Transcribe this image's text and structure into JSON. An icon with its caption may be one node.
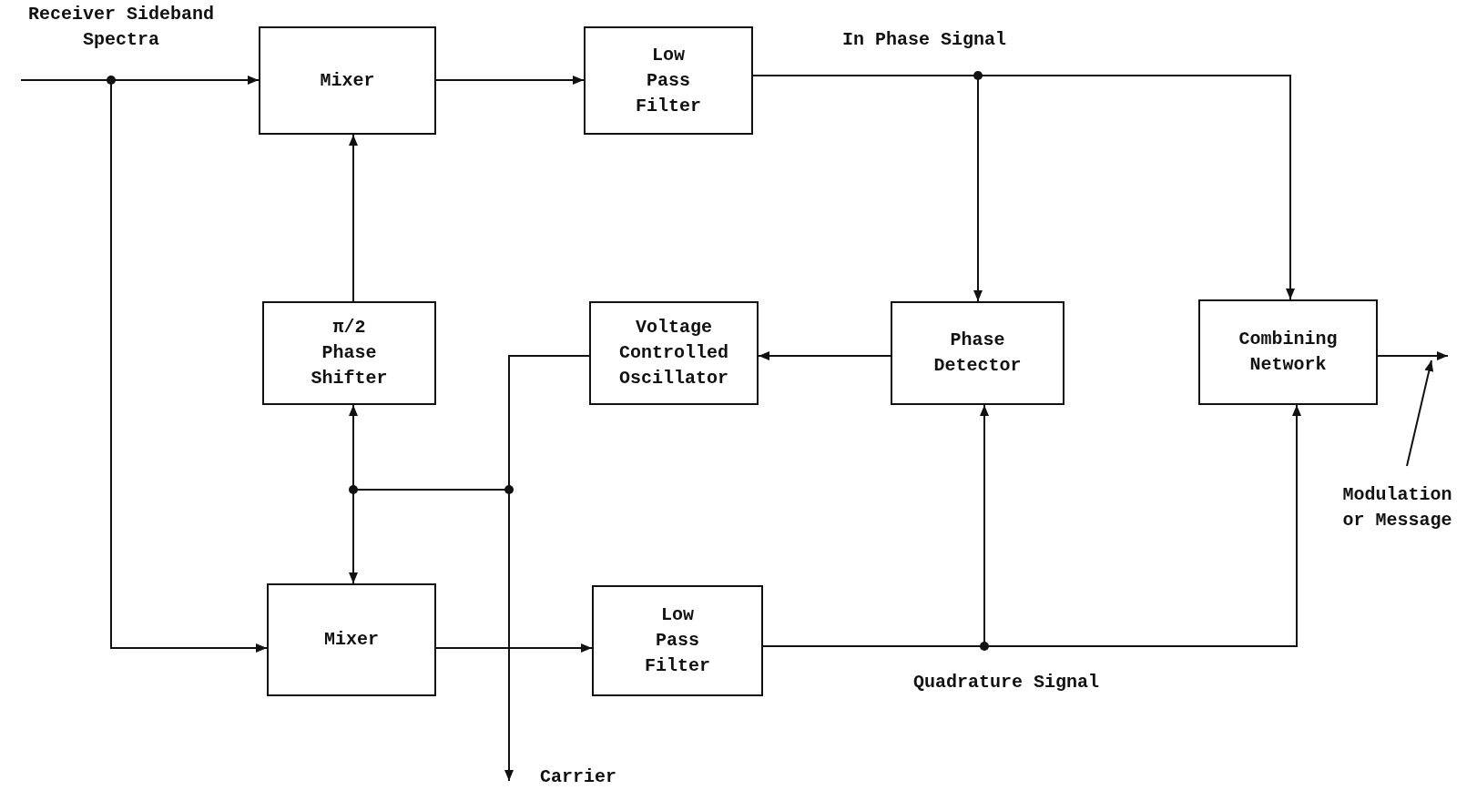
{
  "diagram": {
    "nodes": [
      {
        "text": [
          "Mixer"
        ]
      },
      {
        "text": [
          "Low Pass Filter"
        ]
      },
      {
        "text": [
          "π/2 Phase Shifter"
        ]
      },
      {
        "text": [
          "Voltage Controlled Oscillator"
        ]
      },
      {
        "text": [
          "Phase Detector"
        ]
      },
      {
        "text": [
          "Combining Network"
        ]
      },
      {
        "text": [
          "Mixer"
        ]
      },
      {
        "text": [
          "Low Pass Filter"
        ]
      },
      {
        "text": [
          "Modulation or Message"
        ]
      }
    ],
    "edges": [
      {
        "from": null,
        "to": 0,
        "arrow": "to"
      },
      {
        "from": null,
        "to": 6,
        "arrow": "to"
      },
      {
        "from": 0,
        "to": 1,
        "arrow": "to"
      },
      {
        "from": 1,
        "to": 4,
        "arrow": "to"
      },
      {
        "from": 1,
        "to": 5,
        "arrow": "to"
      },
      {
        "from": 2,
        "to": 0,
        "arrow": "to"
      },
      {
        "from": 4,
        "to": 3,
        "arrow": "to"
      },
      {
        "from": 3,
        "to": 2,
        "arrow": "to"
      },
      {
        "from": 3,
        "to": 6,
        "arrow": "to"
      },
      {
        "from": 3,
        "to": null,
        "arrow": "to"
      },
      {
        "from": 6,
        "to": 7,
        "arrow": "to"
      },
      {
        "from": 7,
        "to": 4,
        "arrow": "to"
      },
      {
        "from": 7,
        "to": 5,
        "arrow": "to"
      },
      {
        "from": 5,
        "to": null,
        "arrow": "to"
      },
      {
        "from": 8,
        "to": null,
        "arrow": "to"
      }
    ],
    "labels": [
      "Receiver Sideband Spectra",
      "In Phase Signal",
      "Quadrature Signal",
      "Carrier"
    ]
  }
}
